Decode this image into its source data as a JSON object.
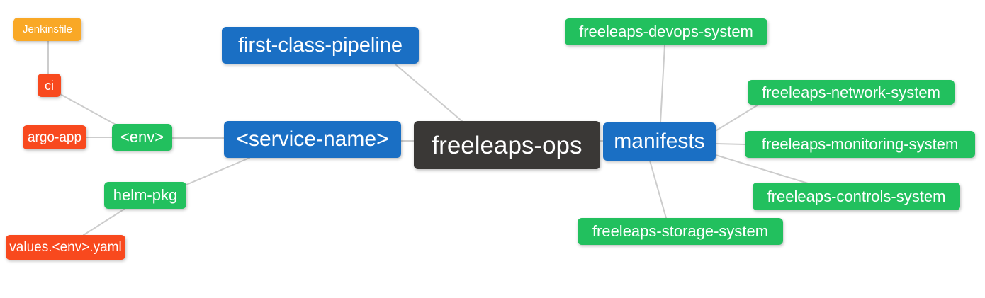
{
  "diagram": {
    "type": "mindmap",
    "root_label": "freeleaps-ops",
    "palette": {
      "dark": "#3a3836",
      "blue": "#1a6fc4",
      "green": "#22c05e",
      "red": "#f8491e",
      "orange": "#f9a826",
      "edge": "#cccccc",
      "text": "#ffffff",
      "background": "#ffffff"
    },
    "nodes": [
      {
        "id": "jenkinsfile",
        "label": "Jenkinsfile",
        "level_color": "orange"
      },
      {
        "id": "ci",
        "label": "ci",
        "level_color": "red"
      },
      {
        "id": "argo-app",
        "label": "argo-app",
        "level_color": "red"
      },
      {
        "id": "env",
        "label": "<env>",
        "level_color": "green"
      },
      {
        "id": "helm-pkg",
        "label": "helm-pkg",
        "level_color": "green"
      },
      {
        "id": "values-env-yaml",
        "label": "values.<env>.yaml",
        "level_color": "red"
      },
      {
        "id": "first-class-pipeline",
        "label": "first-class-pipeline",
        "level_color": "blue"
      },
      {
        "id": "service-name",
        "label": "<service-name>",
        "level_color": "blue"
      },
      {
        "id": "freeleaps-ops",
        "label": "freeleaps-ops",
        "level_color": "dark"
      },
      {
        "id": "manifests",
        "label": "manifests",
        "level_color": "blue"
      },
      {
        "id": "devops-system",
        "label": "freeleaps-devops-system",
        "level_color": "green"
      },
      {
        "id": "network-system",
        "label": "freeleaps-network-system",
        "level_color": "green"
      },
      {
        "id": "monitoring-system",
        "label": "freeleaps-monitoring-system",
        "level_color": "green"
      },
      {
        "id": "controls-system",
        "label": "freeleaps-controls-system",
        "level_color": "green"
      },
      {
        "id": "storage-system",
        "label": "freeleaps-storage-system",
        "level_color": "green"
      }
    ],
    "edges": [
      {
        "from": "ci",
        "to": "Jenkinsfile"
      },
      {
        "from": "<env>",
        "to": "ci"
      },
      {
        "from": "<env>",
        "to": "argo-app"
      },
      {
        "from": "<service-name>",
        "to": "<env>"
      },
      {
        "from": "<service-name>",
        "to": "helm-pkg"
      },
      {
        "from": "helm-pkg",
        "to": "values.<env>.yaml"
      },
      {
        "from": "freeleaps-ops",
        "to": "first-class-pipeline"
      },
      {
        "from": "freeleaps-ops",
        "to": "<service-name>"
      },
      {
        "from": "freeleaps-ops",
        "to": "manifests"
      },
      {
        "from": "manifests",
        "to": "freeleaps-devops-system"
      },
      {
        "from": "manifests",
        "to": "freeleaps-network-system"
      },
      {
        "from": "manifests",
        "to": "freeleaps-monitoring-system"
      },
      {
        "from": "manifests",
        "to": "freeleaps-controls-system"
      },
      {
        "from": "manifests",
        "to": "freeleaps-storage-system"
      }
    ]
  }
}
